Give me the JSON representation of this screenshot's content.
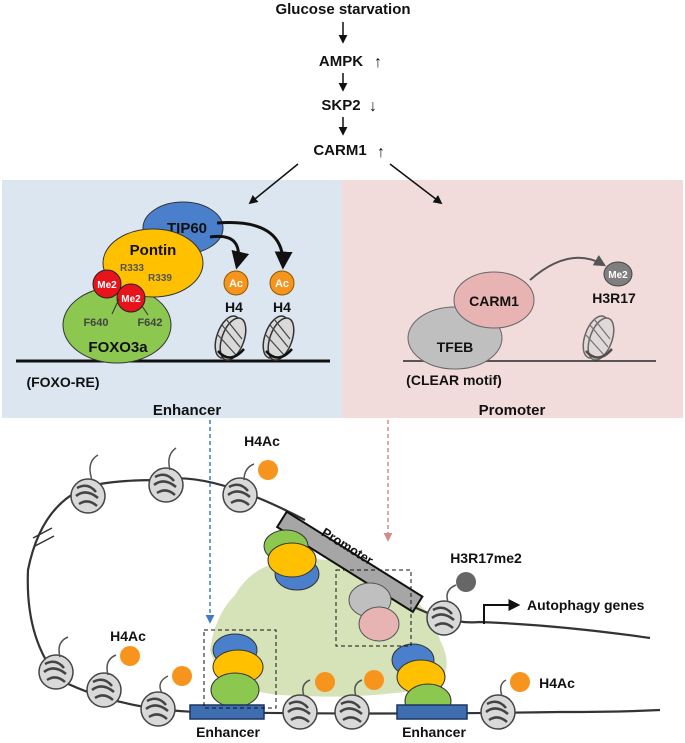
{
  "pathway": {
    "step1": "Glucose starvation",
    "step2": "AMPK",
    "step2_dir": "↑",
    "step3": "SKP2",
    "step3_dir": "↓",
    "step4": "CARM1",
    "step4_dir": "↑"
  },
  "enhancer_panel": {
    "tip60": "TIP60",
    "pontin": "Pontin",
    "r333": "R333",
    "r339": "R339",
    "me2_a": "Me2",
    "me2_b": "Me2",
    "f640": "F640",
    "f642": "F642",
    "foxo3a": "FOXO3a",
    "ac1": "Ac",
    "ac2": "Ac",
    "h4_1": "H4",
    "h4_2": "H4",
    "site": "(FOXO-RE)",
    "title": "Enhancer"
  },
  "promoter_panel": {
    "carm1": "CARM1",
    "tfeb": "TFEB",
    "me2": "Me2",
    "h3r17": "H3R17",
    "site": "(CLEAR motif)",
    "title": "Promoter"
  },
  "chromatin": {
    "h4ac_top": "H4Ac",
    "h4ac_left": "H4Ac",
    "h4ac_right": "H4Ac",
    "h3r17me2": "H3R17me2",
    "promoter": "Promoter",
    "enhancer1": "Enhancer",
    "enhancer2": "Enhancer",
    "genes": "Autophagy genes"
  },
  "colors": {
    "enhancer_bg": "#dce6f0",
    "promoter_bg": "#f2dcdb",
    "tip60": "#4a7fcb",
    "pontin": "#ffc000",
    "foxo3a": "#8cc74f",
    "me2": "#e8141c",
    "ac": "#f7941d",
    "carm1": "#e8b3b3",
    "tfeb": "#bfbfbf",
    "green_cloud": "#d6e2b8",
    "enhancer_box": "#3e6eb0"
  }
}
